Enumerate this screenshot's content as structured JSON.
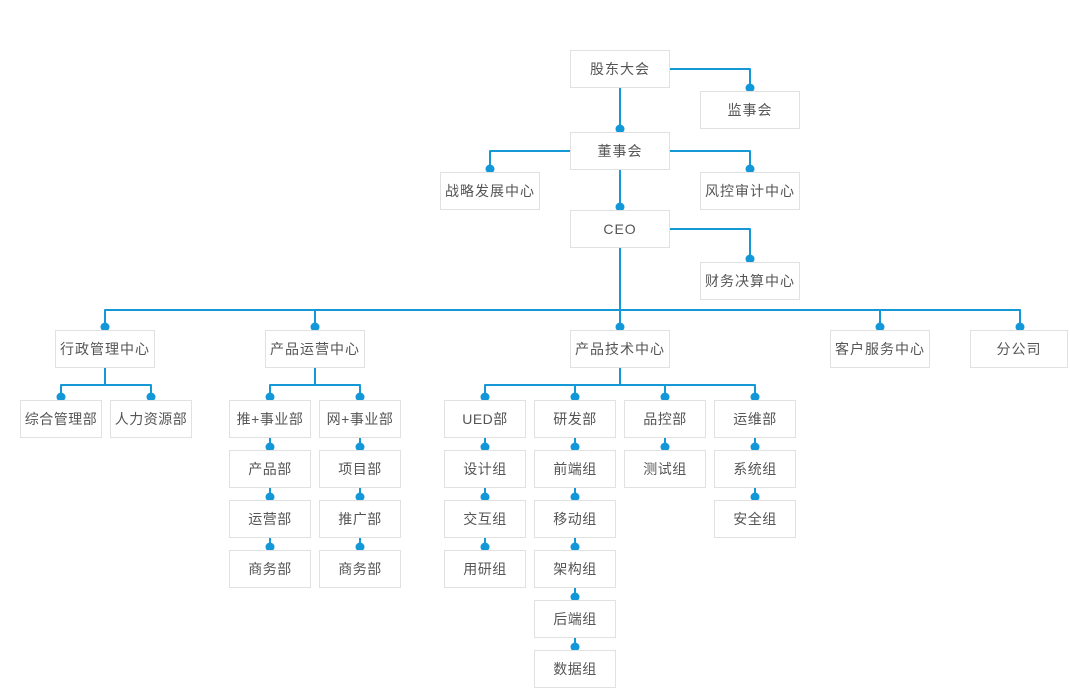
{
  "colors": {
    "line": "#1499d6",
    "dot": "#1297d9",
    "box_border": "#e1e1e1",
    "box_background": "#ffffff",
    "text": "#555555",
    "page_background": "#ffffff"
  },
  "nodes": {
    "shareholders": {
      "label": "股东大会"
    },
    "supervisory": {
      "label": "监事会"
    },
    "board": {
      "label": "董事会"
    },
    "strategy": {
      "label": "战略发展中心"
    },
    "risk_audit": {
      "label": "风控审计中心"
    },
    "ceo": {
      "label": "CEO"
    },
    "finance": {
      "label": "财务决算中心"
    },
    "admin_center": {
      "label": "行政管理中心"
    },
    "ops_center": {
      "label": "产品运营中心"
    },
    "tech_center": {
      "label": "产品技术中心"
    },
    "service_center": {
      "label": "客户服务中心"
    },
    "branch": {
      "label": "分公司"
    },
    "general_dept": {
      "label": "综合管理部"
    },
    "hr_dept": {
      "label": "人力资源部"
    },
    "tui_dept": {
      "label": "推+事业部"
    },
    "wang_dept": {
      "label": "网+事业部"
    },
    "product_dept": {
      "label": "产品部"
    },
    "operation_dept": {
      "label": "运营部"
    },
    "business_dept_1": {
      "label": "商务部"
    },
    "project_dept": {
      "label": "项目部"
    },
    "promotion_dept": {
      "label": "推广部"
    },
    "business_dept_2": {
      "label": "商务部"
    },
    "ued_dept": {
      "label": "UED部"
    },
    "design_team": {
      "label": "设计组"
    },
    "interaction_team": {
      "label": "交互组"
    },
    "research_team": {
      "label": "用研组"
    },
    "rd_dept": {
      "label": "研发部"
    },
    "frontend_team": {
      "label": "前端组"
    },
    "mobile_team": {
      "label": "移动组"
    },
    "architecture_team": {
      "label": "架构组"
    },
    "backend_team": {
      "label": "后端组"
    },
    "data_team": {
      "label": "数据组"
    },
    "qc_dept": {
      "label": "品控部"
    },
    "test_team": {
      "label": "测试组"
    },
    "om_dept": {
      "label": "运维部"
    },
    "system_team": {
      "label": "系统组"
    },
    "security_team": {
      "label": "安全组"
    }
  },
  "hierarchy": {
    "股东大会": [
      "监事会",
      "董事会"
    ],
    "董事会": [
      "战略发展中心",
      "风控审计中心",
      "CEO"
    ],
    "CEO": [
      "财务决算中心",
      "行政管理中心",
      "产品运营中心",
      "产品技术中心",
      "客户服务中心",
      "分公司"
    ],
    "行政管理中心": [
      "综合管理部",
      "人力资源部"
    ],
    "产品运营中心": [
      "推+事业部",
      "网+事业部"
    ],
    "推+事业部": [
      "产品部",
      "运营部",
      "商务部"
    ],
    "网+事业部": [
      "项目部",
      "推广部",
      "商务部"
    ],
    "产品技术中心": [
      "UED部",
      "研发部",
      "品控部",
      "运维部"
    ],
    "UED部": [
      "设计组",
      "交互组",
      "用研组"
    ],
    "研发部": [
      "前端组",
      "移动组",
      "架构组",
      "后端组",
      "数据组"
    ],
    "品控部": [
      "测试组"
    ],
    "运维部": [
      "系统组",
      "安全组"
    ]
  }
}
